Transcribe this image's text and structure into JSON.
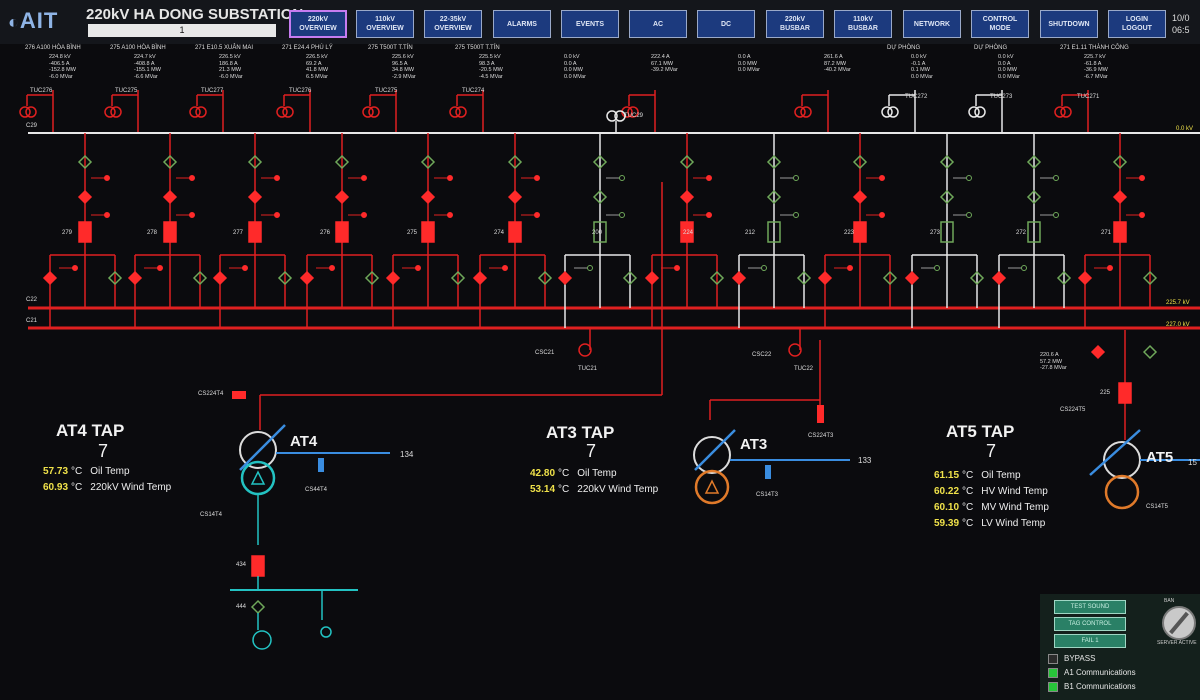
{
  "header": {
    "logo": "AIT",
    "title": "220kV HA DONG SUBSTATION",
    "subtitle_value": "1",
    "nav": [
      {
        "label": "220kV\nOVERVIEW",
        "active": true
      },
      {
        "label": "110kV\nOVERVIEW",
        "active": false
      },
      {
        "label": "22-35kV\nOVERVIEW",
        "active": false
      },
      {
        "label": "ALARMS",
        "active": false
      },
      {
        "label": "EVENTS",
        "active": false
      },
      {
        "label": "AC",
        "active": false
      },
      {
        "label": "DC",
        "active": false
      },
      {
        "label": "220kV\nBUSBAR",
        "active": false
      },
      {
        "label": "110kV\nBUSBAR",
        "active": false
      },
      {
        "label": "NETWORK",
        "active": false
      },
      {
        "label": "CONTROL\nMODE",
        "active": false
      },
      {
        "label": "SHUTDOWN",
        "active": false
      },
      {
        "label": "LOGIN\nLOGOUT",
        "active": false
      }
    ],
    "clock_date": "10/0",
    "clock_time": "06:5"
  },
  "feeders": [
    {
      "label": "276 A100 HÒA BÌNH",
      "meas": "224.8 kV\n-406.5 A\n-152.8 MW\n-6.0 MVar"
    },
    {
      "label": "275 A100 HÒA BÌNH",
      "meas": "224.7 kV\n-408.8 A\n-155.1 MW\n-6.6 MVar"
    },
    {
      "label": "271 E10.5 XUÂN MAI",
      "meas": "226.5 kV\n186.8 A\n21.3 MW\n-6.0 MVar"
    },
    {
      "label": "271 E24.4 PHÚ LÝ",
      "meas": "226.5 kV\n69.2 A\n41.8 MW\n6.5 MVar"
    },
    {
      "label": "275 T500T T.TÍN",
      "meas": "225.6 kV\n96.5 A\n34.8 MW\n-2.9 MVar"
    },
    {
      "label": "275 T500T T.TÍN",
      "meas": "225.5 kV\n98.3 A\n-20.5 MW\n-4.5 MVar"
    },
    {
      "label": "",
      "meas": "0.0 kV\n0.0 A\n0.0 MW\n0.0 MVar"
    },
    {
      "label": "",
      "meas": "222.4 A\n67.1 MW\n-39.2 MVar"
    },
    {
      "label": "",
      "meas": "0.0 A\n0.0 MW\n0.0 MVar"
    },
    {
      "label": "",
      "meas": "261.6 A\n87.2 MW\n-40.2 MVar"
    },
    {
      "label": "DỰ PHÒNG",
      "meas": "0.0 kV\n-0.1 A\n0.1 MW\n0.0 MVar"
    },
    {
      "label": "DỰ PHÒNG",
      "meas": "0.0 kV\n0.0 A\n0.0 MW\n0.0 MVar"
    },
    {
      "label": "271 E1.11 THÀNH CÔNG",
      "meas": "225.7 kV\n-61.8 A\n-36.9 MW\n-6.7 MVar"
    }
  ],
  "bus_labels": {
    "c29": "C29",
    "c22": "C22",
    "c21": "C21",
    "c29_kv": "0.0 kV",
    "c22_kv": "225.7 kV",
    "c21_kv": "227.0 kV"
  },
  "vt_labels": [
    "TUC276",
    "TUC275",
    "TUC277",
    "TUC276",
    "TUC275",
    "TUC274",
    "TUC272",
    "TUC273",
    "TUC271"
  ],
  "vt_c29": "TUC29",
  "breaker_labels": [
    "279",
    "278",
    "277",
    "276",
    "275",
    "274",
    "200",
    "224",
    "212",
    "223",
    "273",
    "272",
    "271"
  ],
  "small_labels": {
    "csc21": "CSC21",
    "tuc21": "TUC21",
    "csc22": "CSC22",
    "tuc22": "TUC22",
    "c5224t4": "CS224T4",
    "c5214t4": "CS14T4",
    "cs4t4": "CS44T4",
    "cs224t3": "CS224T3",
    "cs14t3": "CS14T3",
    "cs224t5": "CS224T5",
    "cs14t5": "CS14T5",
    "b225": "225",
    "b434": "434",
    "b444": "444",
    "out134": "134",
    "out133": "133",
    "out15": "15",
    "at5_meas": "220.6 A\n57.2 MW\n-27.8 MVar"
  },
  "transformers": [
    {
      "name": "AT4",
      "tap_title": "AT4 TAP",
      "tap_value": "7",
      "temps": [
        {
          "value": "57.73",
          "unit": "°C",
          "label": "Oil Temp"
        },
        {
          "value": "60.93",
          "unit": "°C",
          "label": "220kV Wind Temp"
        }
      ]
    },
    {
      "name": "AT3",
      "tap_title": "AT3 TAP",
      "tap_value": "7",
      "temps": [
        {
          "value": "42.80",
          "unit": "°C",
          "label": "Oil Temp"
        },
        {
          "value": "53.14",
          "unit": "°C",
          "label": "220kV Wind Temp"
        }
      ]
    },
    {
      "name": "AT5",
      "tap_title": "AT5 TAP",
      "tap_value": "7",
      "temps": [
        {
          "value": "61.15",
          "unit": "°C",
          "label": "Oil Temp"
        },
        {
          "value": "60.22",
          "unit": "°C",
          "label": "HV Wind Temp"
        },
        {
          "value": "60.10",
          "unit": "°C",
          "label": "MV Wind Temp"
        },
        {
          "value": "59.39",
          "unit": "°C",
          "label": "LV Wind Temp"
        }
      ]
    }
  ],
  "control_panel": {
    "buttons": [
      "TEST SOUND",
      "TAG CONTROL",
      "FAIL 1"
    ],
    "legend": [
      {
        "label": "BYPASS",
        "color": "#2b2b2b"
      },
      {
        "label": "A1 Communications",
        "color": "#27c43a"
      },
      {
        "label": "B1 Communications",
        "color": "#27c43a"
      }
    ],
    "knob_top": "BAN",
    "knob_label": "SERVER ACTIVE"
  },
  "colors": {
    "energized": "#e02020",
    "deenergized": "#e8e8e8",
    "closed_device": "#ff2a2a",
    "open_device": "#6fa85a",
    "mv_bus": "#3a8de0",
    "lv_bus": "#23c2c2"
  }
}
